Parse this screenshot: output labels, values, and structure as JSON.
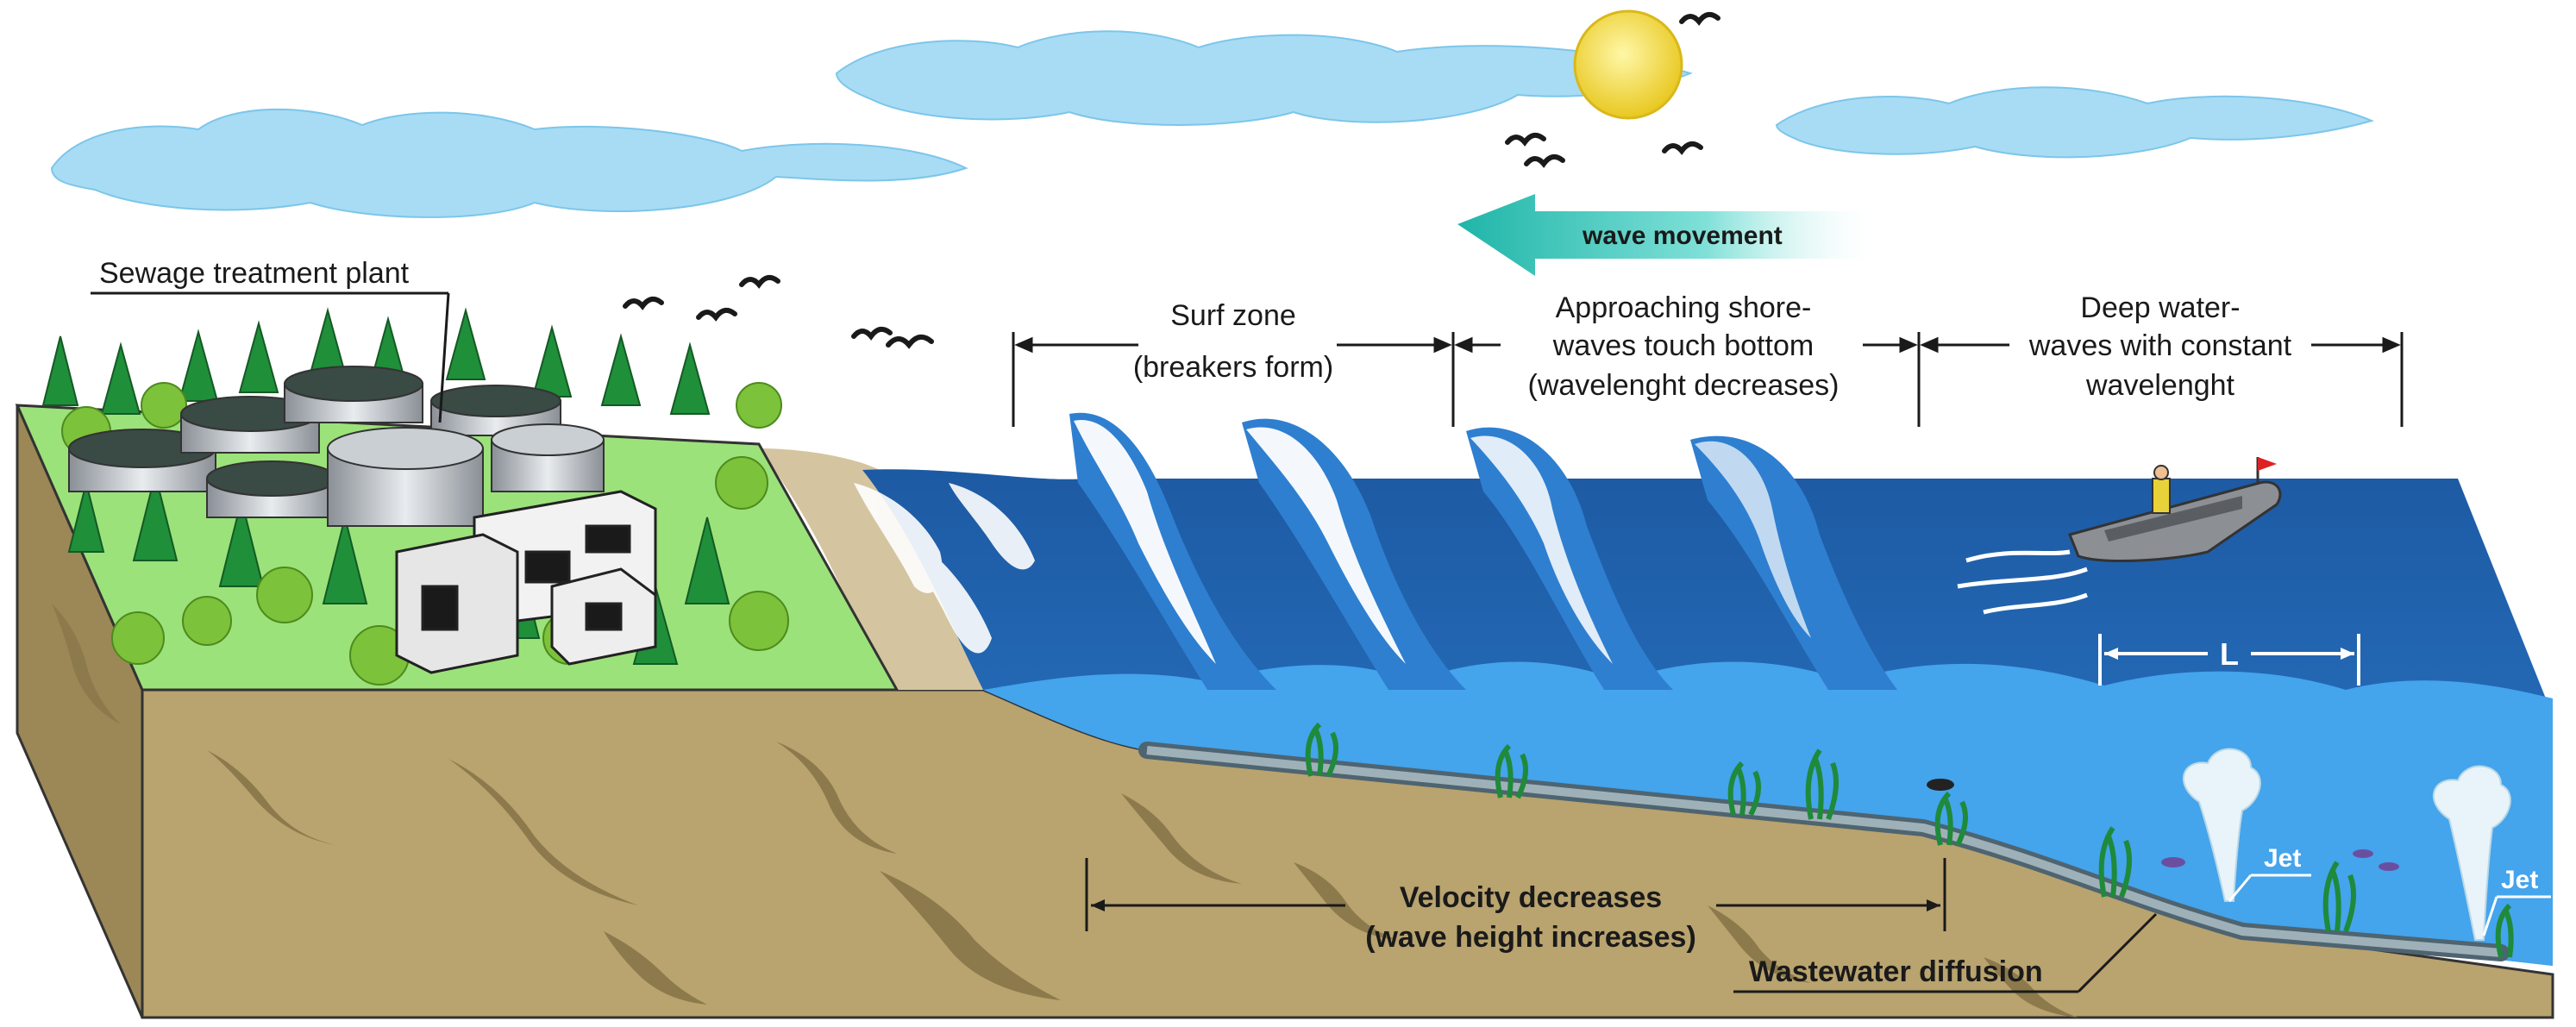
{
  "labels": {
    "plant": "Sewage treatment plant",
    "wave_movement": "wave movement",
    "surf_zone_line1": "Surf zone",
    "surf_zone_line2": "(breakers form)",
    "approaching_line1": "Approaching shore-",
    "approaching_line2": "waves touch bottom",
    "approaching_line3": "(wavelenght decreases)",
    "deep_line1": "Deep water-",
    "deep_line2": "waves with constant",
    "deep_line3": "wavelenght",
    "wavelength_symbol": "L",
    "velocity_line1": "Velocity decreases",
    "velocity_line2": "(wave height increases)",
    "diffusion": "Wastewater diffusion",
    "jet_1": "Jet",
    "jet_2": "Jet"
  },
  "colors": {
    "sky_cloud": "#a8dcf4",
    "sun": "#f7e34a",
    "grass": "#9be27a",
    "soil": "#b9a36e",
    "soil_dark": "#8c7a4c",
    "deep_water": "#1f5fa8",
    "mid_water": "#2e7fd0",
    "shallow_water": "#4aa8ee",
    "foam": "#ffffff",
    "arrow": "#2ec4b6"
  },
  "icons": [
    "sun-icon",
    "bird-icon",
    "tree-icon",
    "tank-icon",
    "boat-icon",
    "fish-icon",
    "seaweed-icon",
    "jet-plume-icon",
    "pipe-icon"
  ]
}
